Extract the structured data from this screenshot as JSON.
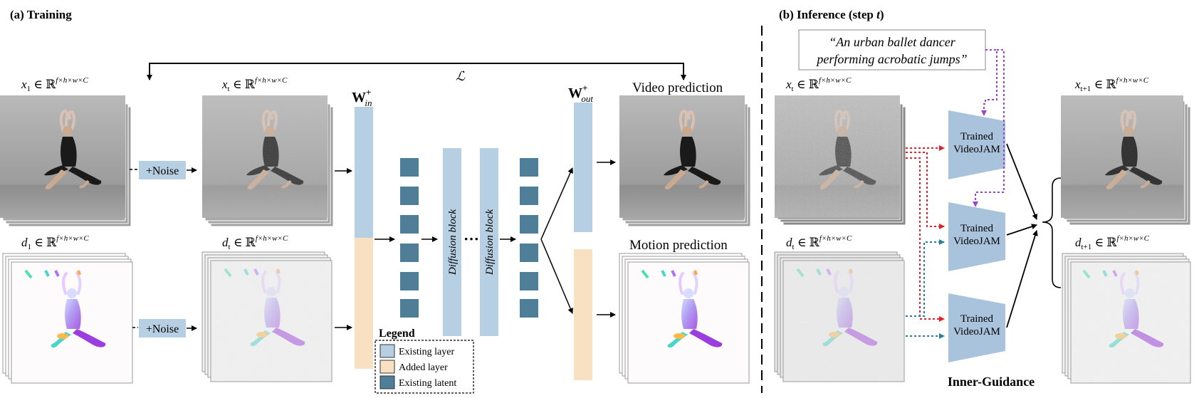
{
  "training": {
    "title": "(a) Training",
    "loss": "ℒ",
    "x1_label": {
      "var": "x",
      "sub": "1",
      "space": " ∈ ℝ",
      "sup": "f×h×w×C"
    },
    "xt_label": {
      "var": "x",
      "sub": "t",
      "space": " ∈ ℝ",
      "sup": "f×h×w×C"
    },
    "d1_label": {
      "var": "d",
      "sub": "1",
      "space": " ∈ ℝ",
      "sup": "f×h×w×C"
    },
    "dt_label": {
      "var": "d",
      "sub": "t",
      "space": " ∈ ℝ",
      "sup": "f×h×w×C"
    },
    "noise_top": "+Noise",
    "noise_bottom": "+Noise",
    "w_in": {
      "base": "W",
      "sup": "+",
      "sub": "in"
    },
    "w_out": {
      "base": "W",
      "sup": "+",
      "sub": "out"
    },
    "diffusion_block_1": "Diffusion block",
    "diffusion_block_2": "Diffusion block",
    "ellipsis": "···",
    "video_prediction": "Video prediction",
    "motion_prediction": "Motion prediction",
    "legend": {
      "title": "Legend",
      "items": [
        {
          "label": "Existing layer",
          "color": "#b7cfe3"
        },
        {
          "label": "Added layer",
          "color": "#f8e0c2"
        },
        {
          "label": "Existing latent",
          "color": "#4f7f98"
        }
      ]
    }
  },
  "inference": {
    "title_main": "(b) Inference  (step ",
    "title_var": "t",
    "title_end": ")",
    "prompt_line1": "“An urban ballet dancer",
    "prompt_line2": "performing acrobatic jumps”",
    "xt_label": {
      "var": "x",
      "sub": "t",
      "space": " ∈ ℝ",
      "sup": "f×h×w×C"
    },
    "dt_label": {
      "var": "d",
      "sub": "t",
      "space": " ∈ ℝ",
      "sup": "f×h×w×C"
    },
    "xt1_label": {
      "var": "x",
      "sub": "t+1",
      "space": " ∈ ℝ",
      "sup": "f×h×w×C"
    },
    "dt1_label": {
      "var": "d",
      "sub": "t+1",
      "space": " ∈ ℝ",
      "sup": "f×h×w×C"
    },
    "models": [
      {
        "line1": "Trained",
        "line2": "VideoJAM"
      },
      {
        "line1": "Trained",
        "line2": "VideoJAM"
      },
      {
        "line1": "Trained",
        "line2": "VideoJAM"
      }
    ],
    "inner_guidance": "Inner-Guidance"
  },
  "colors": {
    "existing_layer": "#b7cfe3",
    "added_layer": "#f8e0c2",
    "existing_latent": "#4f7f98",
    "video_arrow": "#e0202a",
    "motion_arrow": "#2a7fa0",
    "text_arrow": "#a040d0",
    "model_fill": "#a9c3dc"
  }
}
